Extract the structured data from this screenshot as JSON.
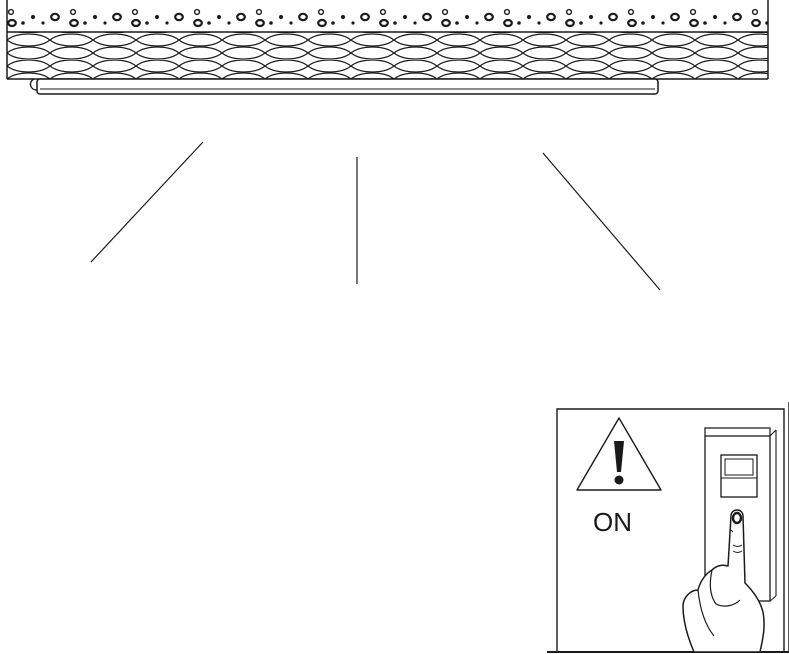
{
  "colors": {
    "line": "#1a1a1a",
    "background": "#ffffff"
  },
  "ceiling": {
    "material": "insulation-layer",
    "fixture": "linear-light-bar"
  },
  "rays": {
    "count": 3,
    "meaning": "light-emission"
  },
  "switch_panel": {
    "warning_icon": "warning-triangle-icon",
    "state_label": "ON",
    "switch_icon": "wall-switch-icon",
    "hand_icon": "pointing-finger-icon"
  }
}
